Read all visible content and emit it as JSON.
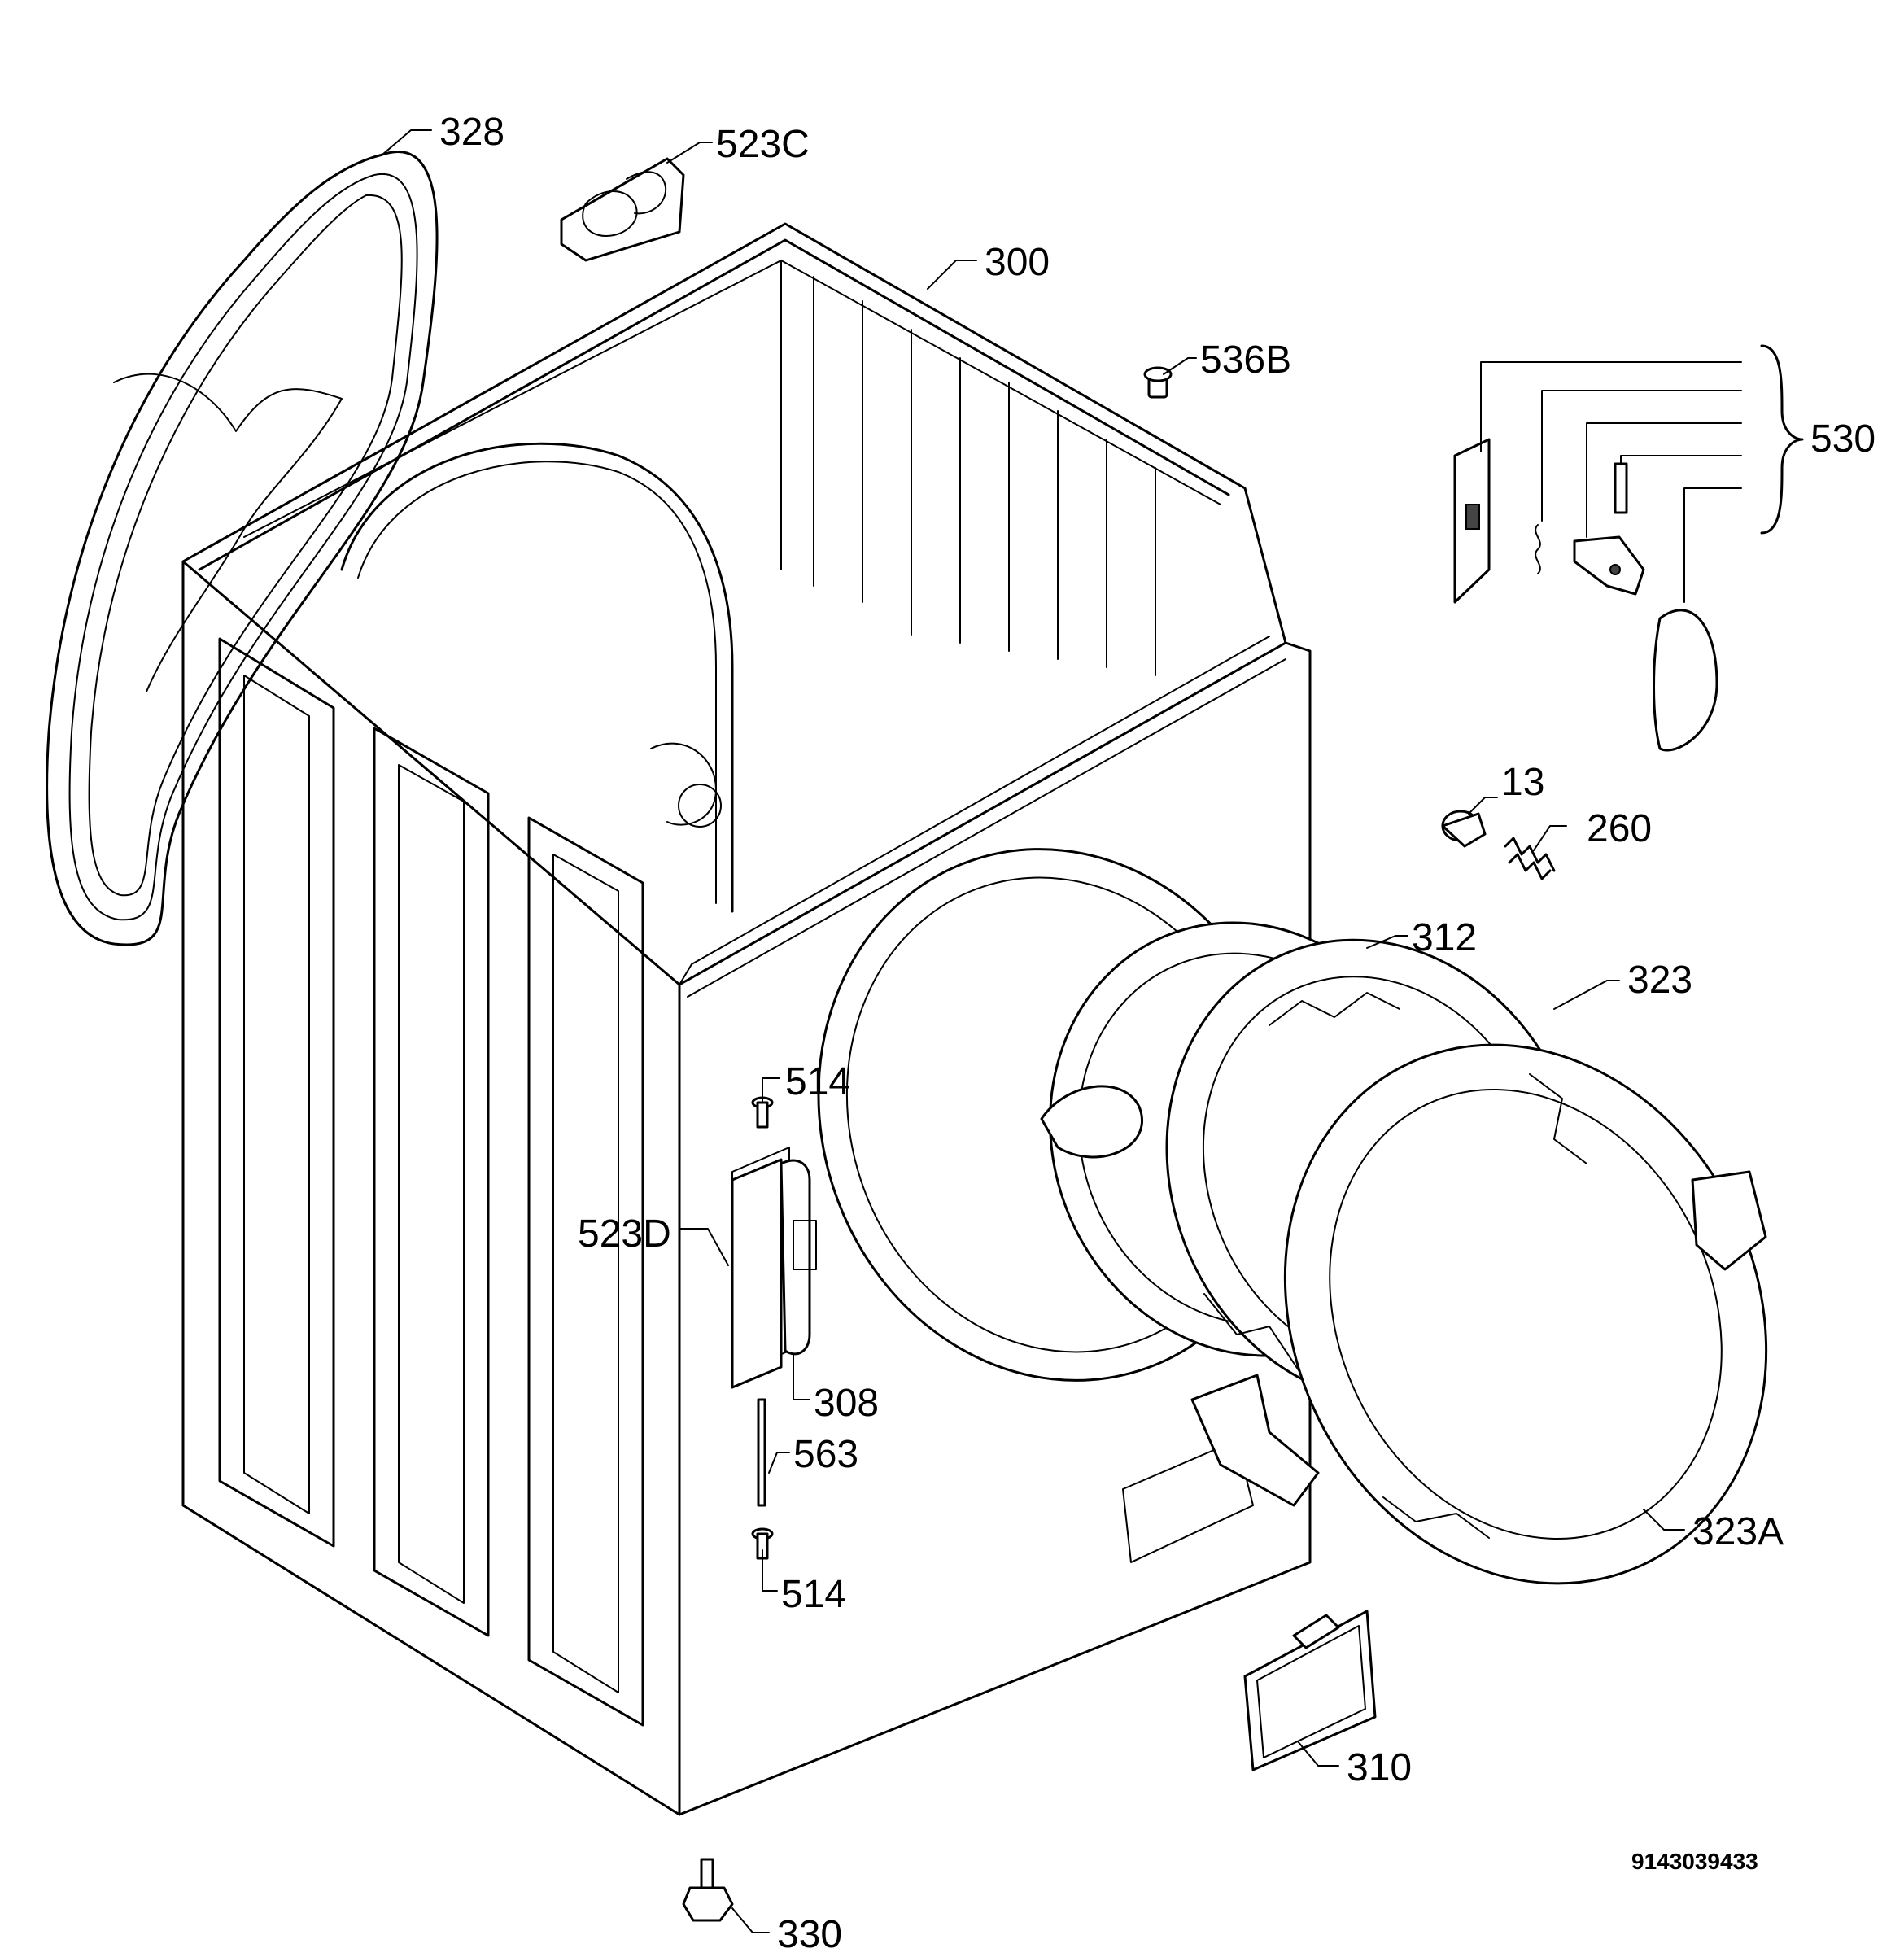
{
  "labels": {
    "p328": "328",
    "p523C": "523C",
    "p300": "300",
    "p536B": "536B",
    "p530": "530",
    "p13": "13",
    "p260": "260",
    "p312": "312",
    "p323": "323",
    "p514_top": "514",
    "p523D": "523D",
    "p308": "308",
    "p563": "563",
    "p514_bottom": "514",
    "p323A": "323A",
    "p310": "310",
    "p330": "330"
  },
  "drawing_code": "9143039433"
}
